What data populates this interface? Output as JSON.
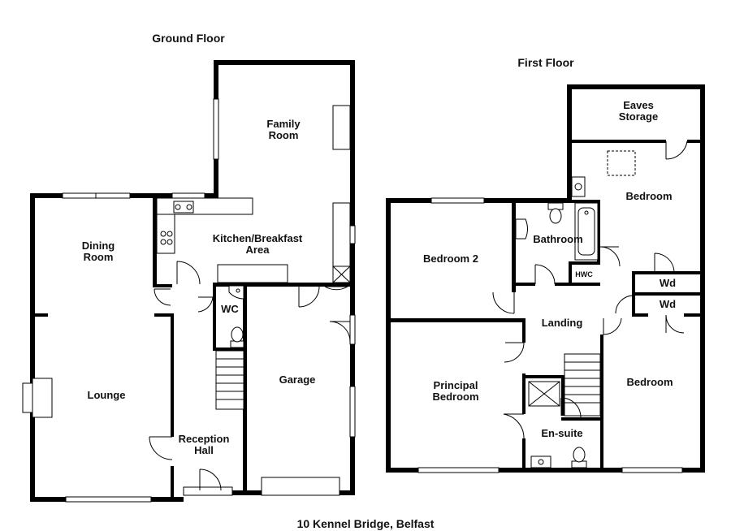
{
  "floors": {
    "ground": {
      "title": "Ground Floor"
    },
    "first": {
      "title": "First Floor"
    }
  },
  "rooms": {
    "family_room": [
      "Family",
      "Room"
    ],
    "kitchen": [
      "Kitchen/Breakfast",
      "Area"
    ],
    "dining_room": [
      "Dining",
      "Room"
    ],
    "lounge": "Lounge",
    "wc": "WC",
    "garage": "Garage",
    "reception_hall": [
      "Reception",
      "Hall"
    ],
    "eaves_storage": [
      "Eaves",
      "Storage"
    ],
    "bedroom_top_right": "Bedroom",
    "bathroom": "Bathroom",
    "hwc": "HWC",
    "bedroom_2": "Bedroom 2",
    "wd_upper": "Wd",
    "wd_lower": "Wd",
    "landing": "Landing",
    "principal_bedroom": [
      "Principal",
      "Bedroom"
    ],
    "bedroom_right": "Bedroom",
    "en_suite": "En-suite"
  },
  "address": "10 Kennel Bridge, Belfast"
}
